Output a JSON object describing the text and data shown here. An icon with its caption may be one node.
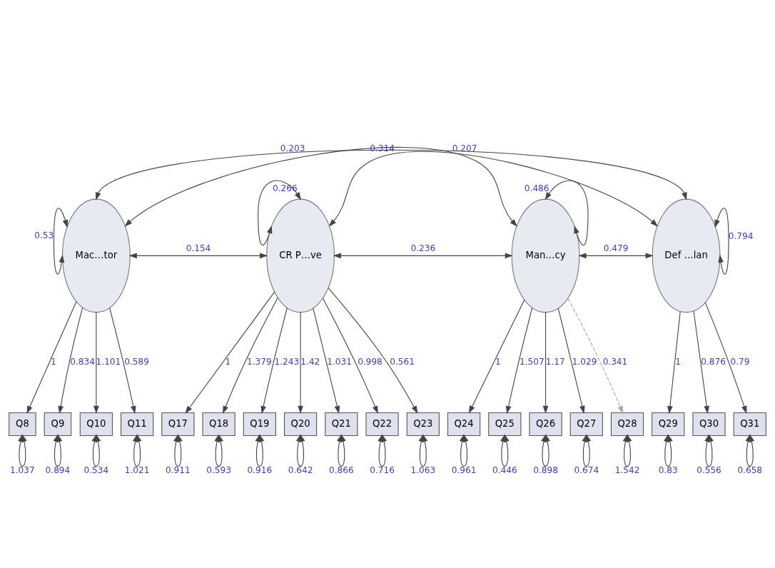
{
  "diagram": {
    "nodes": [
      {
        "text": [
          "Mac…tor"
        ]
      },
      {
        "text": [
          "CR P…ve"
        ]
      },
      {
        "text": [
          "Man…cy"
        ]
      },
      {
        "text": [
          "Def …lan"
        ]
      },
      {
        "text": [
          "Q8"
        ]
      },
      {
        "text": [
          "Q9"
        ]
      },
      {
        "text": [
          "Q10"
        ]
      },
      {
        "text": [
          "Q11"
        ]
      },
      {
        "text": [
          "Q17"
        ]
      },
      {
        "text": [
          "Q18"
        ]
      },
      {
        "text": [
          "Q19"
        ]
      },
      {
        "text": [
          "Q20"
        ]
      },
      {
        "text": [
          "Q21"
        ]
      },
      {
        "text": [
          "Q22"
        ]
      },
      {
        "text": [
          "Q23"
        ]
      },
      {
        "text": [
          "Q24"
        ]
      },
      {
        "text": [
          "Q25"
        ]
      },
      {
        "text": [
          "Q26"
        ]
      },
      {
        "text": [
          "Q27"
        ]
      },
      {
        "text": [
          "Q28"
        ]
      },
      {
        "text": [
          "Q29"
        ]
      },
      {
        "text": [
          "Q30"
        ]
      },
      {
        "text": [
          "Q31"
        ]
      }
    ],
    "edges": [
      {
        "from": 0,
        "to": 3,
        "arrow": "both",
        "label": "0.203"
      },
      {
        "from": 0,
        "to": 2,
        "arrow": "both",
        "label": "0.207"
      },
      {
        "from": 1,
        "to": 3,
        "arrow": "both",
        "label": "0.314"
      },
      {
        "from": 0,
        "to": 0,
        "arrow": "both",
        "label": "0.53"
      },
      {
        "from": 1,
        "to": 1,
        "arrow": "both",
        "label": "0.266"
      },
      {
        "from": 2,
        "to": 2,
        "arrow": "both",
        "label": "0.486"
      },
      {
        "from": 3,
        "to": 3,
        "arrow": "both",
        "label": "0.794"
      },
      {
        "from": 0,
        "to": 1,
        "arrow": "both",
        "label": "0.154"
      },
      {
        "from": 1,
        "to": 2,
        "arrow": "both",
        "label": "0.236"
      },
      {
        "from": 2,
        "to": 3,
        "arrow": "both",
        "label": "0.479"
      },
      {
        "from": 0,
        "to": 4,
        "arrow": "to",
        "label": "1"
      },
      {
        "from": 0,
        "to": 5,
        "arrow": "to",
        "label": "0.834"
      },
      {
        "from": 0,
        "to": 6,
        "arrow": "to",
        "label": "1.101"
      },
      {
        "from": 0,
        "to": 7,
        "arrow": "to",
        "label": "0.589"
      },
      {
        "from": 1,
        "to": 8,
        "arrow": "to",
        "label": "1"
      },
      {
        "from": 1,
        "to": 9,
        "arrow": "to",
        "label": "1.379"
      },
      {
        "from": 1,
        "to": 10,
        "arrow": "to",
        "label": "1.243"
      },
      {
        "from": 1,
        "to": 11,
        "arrow": "to",
        "label": "1.42"
      },
      {
        "from": 1,
        "to": 12,
        "arrow": "to",
        "label": "1.031"
      },
      {
        "from": 1,
        "to": 13,
        "arrow": "to",
        "label": "0.998"
      },
      {
        "from": 1,
        "to": 14,
        "arrow": "to",
        "label": "0.561"
      },
      {
        "from": 2,
        "to": 15,
        "arrow": "to",
        "label": "1"
      },
      {
        "from": 2,
        "to": 16,
        "arrow": "to",
        "label": "1.507"
      },
      {
        "from": 2,
        "to": 17,
        "arrow": "to",
        "label": "1.17"
      },
      {
        "from": 2,
        "to": 18,
        "arrow": "to",
        "label": "1.029"
      },
      {
        "from": 2,
        "to": 19,
        "arrow": "to",
        "label": "0.341",
        "style": "dashed",
        "color": "#aaaaaa"
      },
      {
        "from": 3,
        "to": 20,
        "arrow": "to",
        "label": "1"
      },
      {
        "from": 3,
        "to": 21,
        "arrow": "to",
        "label": "0.876"
      },
      {
        "from": 3,
        "to": 22,
        "arrow": "to",
        "label": "0.79"
      },
      {
        "from": 4,
        "to": 4,
        "arrow": "both",
        "label": "1.037"
      },
      {
        "from": 5,
        "to": 5,
        "arrow": "both",
        "label": "0.894"
      },
      {
        "from": 6,
        "to": 6,
        "arrow": "both",
        "label": "0.534"
      },
      {
        "from": 7,
        "to": 7,
        "arrow": "both",
        "label": "1.021"
      },
      {
        "from": 8,
        "to": 8,
        "arrow": "both",
        "label": "0.911"
      },
      {
        "from": 9,
        "to": 9,
        "arrow": "both",
        "label": "0.593"
      },
      {
        "from": 10,
        "to": 10,
        "arrow": "both",
        "label": "0.916"
      },
      {
        "from": 11,
        "to": 11,
        "arrow": "both",
        "label": "0.642"
      },
      {
        "from": 12,
        "to": 12,
        "arrow": "both",
        "label": "0.866"
      },
      {
        "from": 13,
        "to": 13,
        "arrow": "both",
        "label": "0.716"
      },
      {
        "from": 14,
        "to": 14,
        "arrow": "both",
        "label": "1.063"
      },
      {
        "from": 15,
        "to": 15,
        "arrow": "both",
        "label": "0.961"
      },
      {
        "from": 16,
        "to": 16,
        "arrow": "both",
        "label": "0.446"
      },
      {
        "from": 17,
        "to": 17,
        "arrow": "both",
        "label": "0.898"
      },
      {
        "from": 18,
        "to": 18,
        "arrow": "both",
        "label": "0.674"
      },
      {
        "from": 19,
        "to": 19,
        "arrow": "both",
        "label": "1.542"
      },
      {
        "from": 20,
        "to": 20,
        "arrow": "both",
        "label": "0.83"
      },
      {
        "from": 21,
        "to": 21,
        "arrow": "both",
        "label": "0.556"
      },
      {
        "from": 22,
        "to": 22,
        "arrow": "both",
        "label": "0.658"
      }
    ]
  }
}
